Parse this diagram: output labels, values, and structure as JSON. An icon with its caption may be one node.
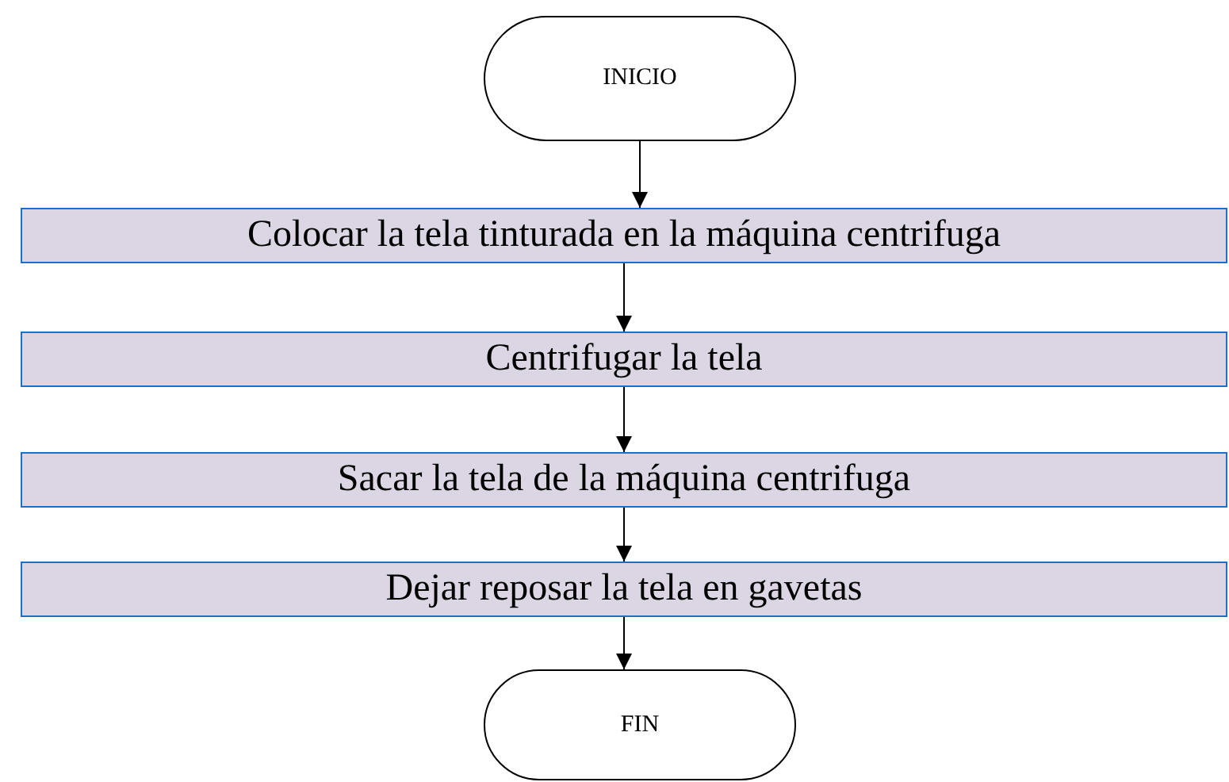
{
  "diagram": {
    "nodes": [
      {
        "text": [
          "INICIO"
        ]
      },
      {
        "text": [
          "Colocar la tela tinturada en la máquina centrifuga"
        ]
      },
      {
        "text": [
          "Centrifugar la tela"
        ]
      },
      {
        "text": [
          "Sacar la tela de la máquina centrifuga"
        ]
      },
      {
        "text": [
          "Dejar reposar la tela en gavetas"
        ]
      },
      {
        "text": [
          "FIN"
        ]
      }
    ],
    "edges": [
      {
        "from": 0,
        "to": 1,
        "arrow": "to"
      },
      {
        "from": 1,
        "to": 2,
        "arrow": "to"
      },
      {
        "from": 2,
        "to": 3,
        "arrow": "to"
      },
      {
        "from": 3,
        "to": 4,
        "arrow": "to"
      },
      {
        "from": 4,
        "to": 5,
        "arrow": "to"
      }
    ]
  }
}
